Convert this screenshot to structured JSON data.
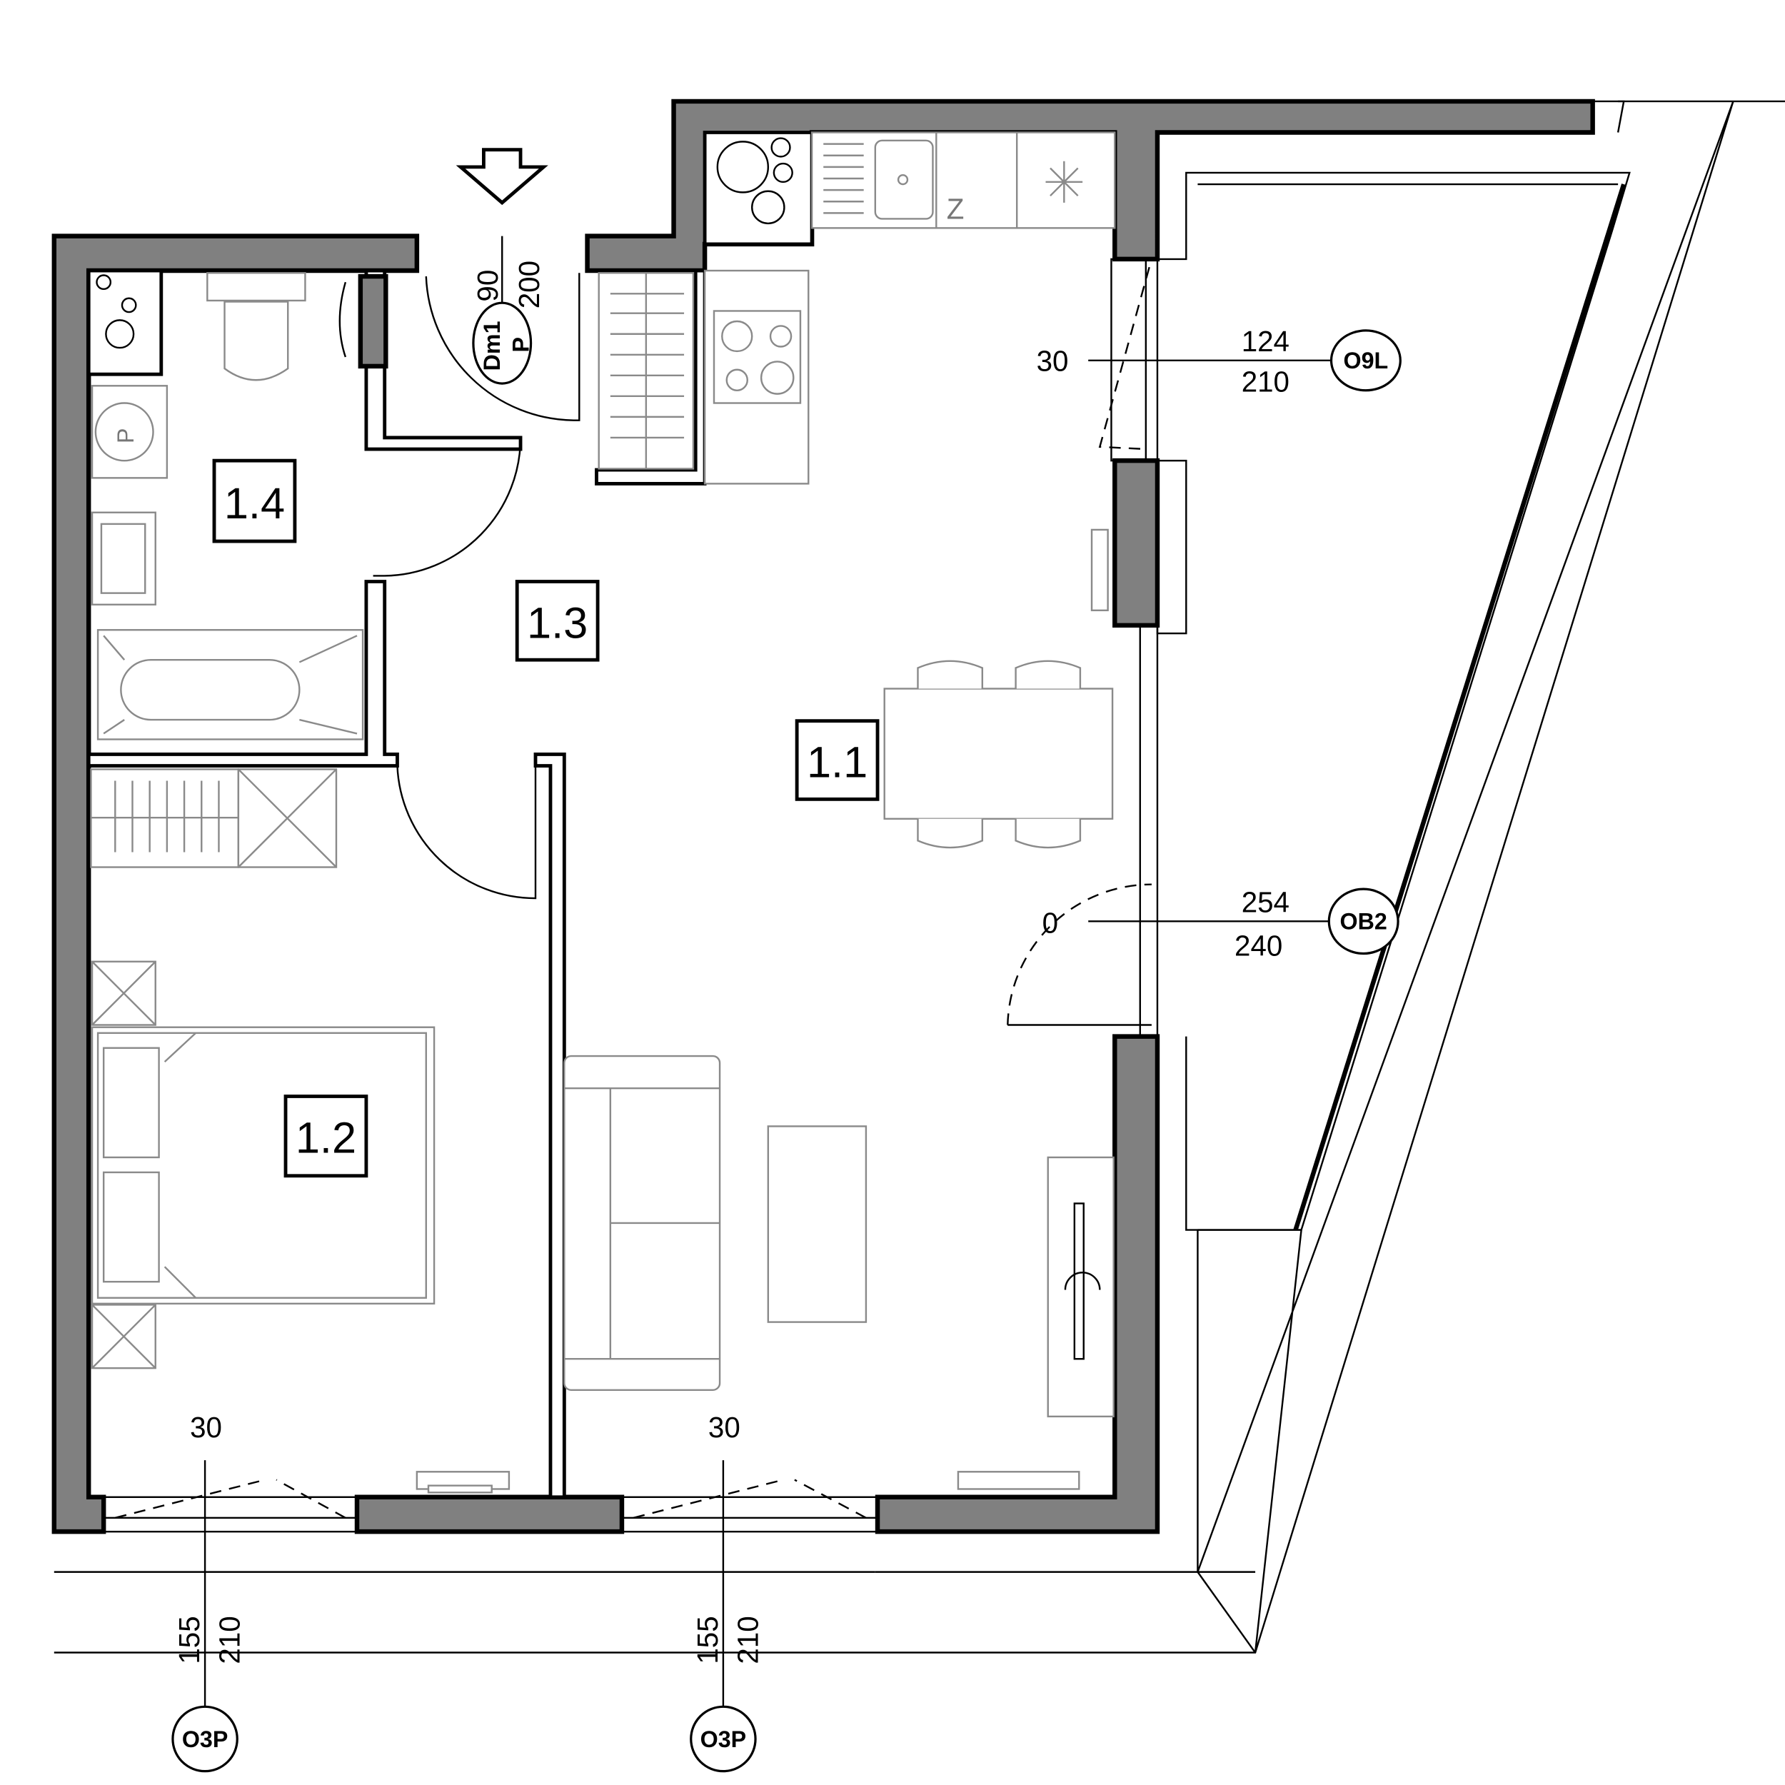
{
  "rooms": [
    {
      "id": "1.1"
    },
    {
      "id": "1.2"
    },
    {
      "id": "1.3"
    },
    {
      "id": "1.4"
    }
  ],
  "entrance_door": {
    "tag": "Dm1",
    "side": "P",
    "width": "90",
    "height": "200"
  },
  "windows": [
    {
      "tag": "O9L",
      "sill": "30",
      "width": "124",
      "height": "210"
    },
    {
      "tag": "OB2",
      "sill": "0",
      "width": "254",
      "height": "240"
    },
    {
      "tag": "O3P",
      "sill": "30",
      "width": "155",
      "height": "210"
    },
    {
      "tag": "O3P",
      "sill": "30",
      "width": "155",
      "height": "210"
    }
  ],
  "kitchen": {
    "sink_mark": "Z"
  },
  "bathroom": {
    "washer_mark": "P"
  },
  "colors": {
    "wall": "#808080",
    "line": "#000000",
    "furniture": "#8a8a8a"
  }
}
